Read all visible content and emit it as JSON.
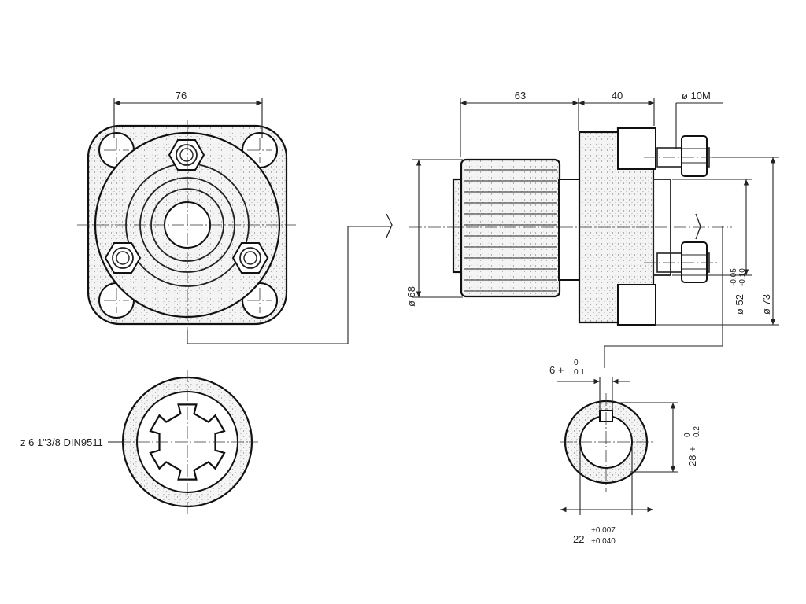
{
  "labels": {
    "width_76": "76",
    "len_63": "63",
    "len_40": "40",
    "thread": "ø 10M",
    "dia_68": "ø 68",
    "dia_52": "ø 52",
    "tol_52_a": "-0.05",
    "tol_52_b": "-0.10",
    "dia_73": "ø 73",
    "spline": "z 6  1\"3/8 DIN9511",
    "key_w": "6 +",
    "key_w_a": "0",
    "key_w_b": "0.1",
    "key_h": "28 +",
    "key_h_a": "0",
    "key_h_b": "0.2",
    "bore": "22",
    "bore_a": "+0.007",
    "bore_b": "+0.040"
  }
}
